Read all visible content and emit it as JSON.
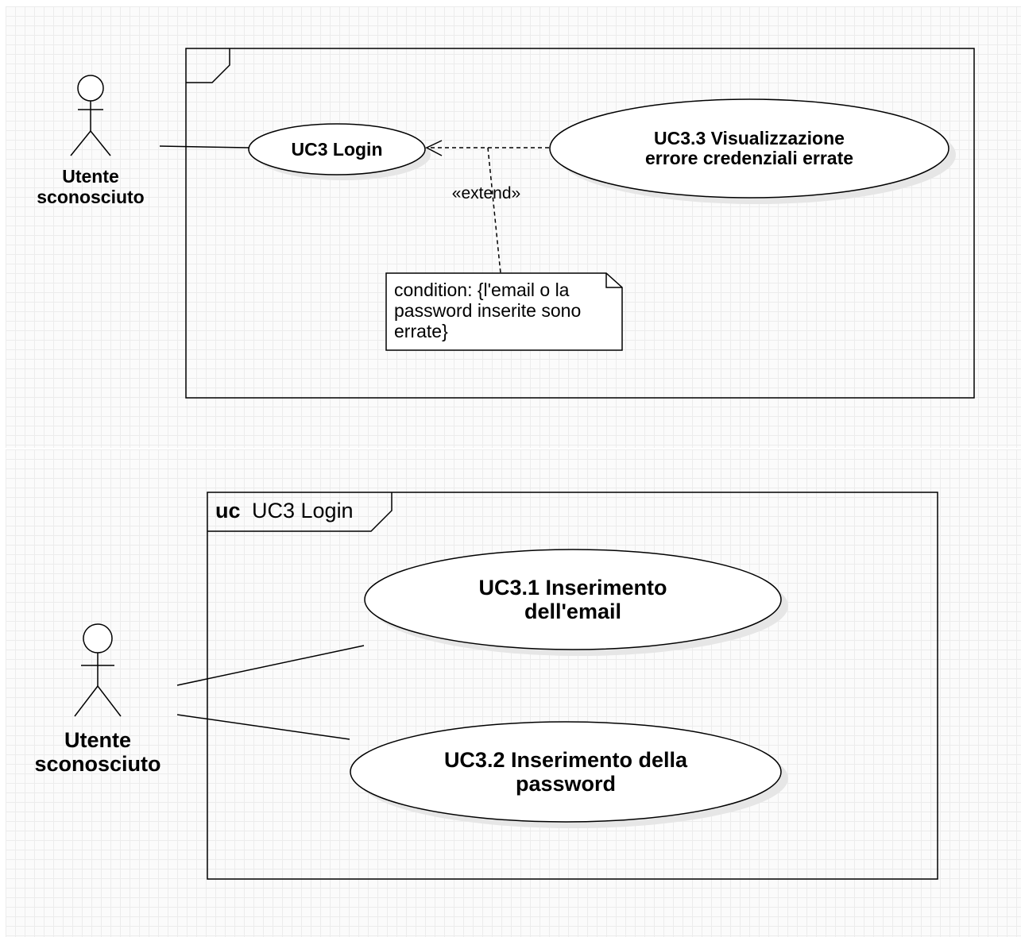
{
  "top_diagram": {
    "actor": {
      "line1": "Utente",
      "line2": "sconosciuto"
    },
    "use_case_login": "UC3 Login",
    "use_case_error": {
      "line1": "UC3.3 Visualizzazione",
      "line2": "errore credenziali errate"
    },
    "extend_label": "«extend»",
    "note": {
      "line1": "condition: {l'email o la",
      "line2": "password inserite sono",
      "line3": "errate}"
    }
  },
  "bottom_diagram": {
    "frame_keyword": "uc",
    "frame_title": "UC3 Login",
    "actor": {
      "line1": "Utente",
      "line2": "sconosciuto"
    },
    "use_case_email": {
      "line1": "UC3.1 Inserimento",
      "line2": "dell'email"
    },
    "use_case_password": {
      "line1": "UC3.2 Inserimento della",
      "line2": "password"
    }
  }
}
